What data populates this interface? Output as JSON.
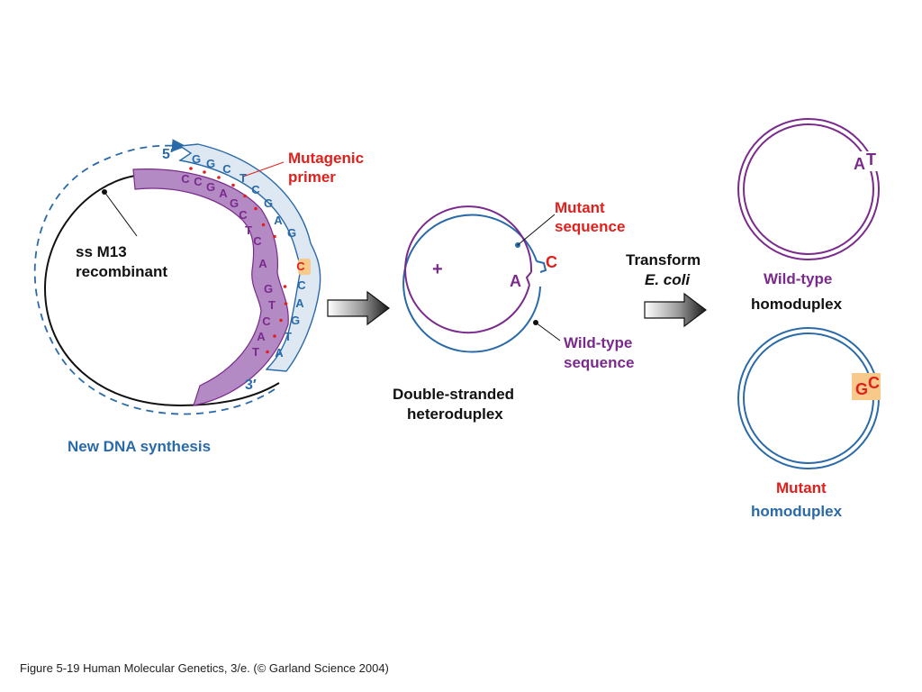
{
  "colors": {
    "black": "#111111",
    "blue": "#2a6aa8",
    "purple": "#7a2a8c",
    "purple_fill": "#b48ac4",
    "red": "#e0201c",
    "blue_fill": "#dde8f3",
    "highlight": "#f7c98a"
  },
  "left": {
    "five_prime": "5′",
    "three_prime": "3′",
    "mutagenic_primer_line1": "Mutagenic",
    "mutagenic_primer_line2": "primer",
    "template_line1": "ss M13",
    "template_line2": "recombinant",
    "new_synthesis": "New DNA synthesis",
    "primer_bases": [
      "G",
      "G",
      "C",
      "T",
      "C",
      "G",
      "A",
      "G",
      "C",
      "C",
      "A",
      "G",
      "T",
      "A"
    ],
    "template_bases": [
      "C",
      "C",
      "G",
      "A",
      "G",
      "C",
      "T",
      "C",
      "A",
      "G",
      "T",
      "C",
      "A",
      "T"
    ]
  },
  "middle": {
    "mutant_line1": "Mutant",
    "mutant_line2": "sequence",
    "mutant_base": "C",
    "wild_base": "A",
    "plus": "+",
    "wild_line1": "Wild-type",
    "wild_line2": "sequence",
    "caption_line1": "Double-stranded",
    "caption_line2": "heteroduplex"
  },
  "transform": {
    "line1": "Transform",
    "line2": "E. coli"
  },
  "right": {
    "top_bases_a": "A",
    "top_bases_t": "T",
    "top_label_line1": "Wild-type",
    "top_label_line2": "homoduplex",
    "bottom_bases_g": "G",
    "bottom_bases_c": "C",
    "bottom_label_line1": "Mutant",
    "bottom_label_line2": "homoduplex"
  },
  "footer": {
    "citation": "Figure 5-19  Human Molecular Genetics, 3/e.  (© Garland Science 2004)"
  }
}
